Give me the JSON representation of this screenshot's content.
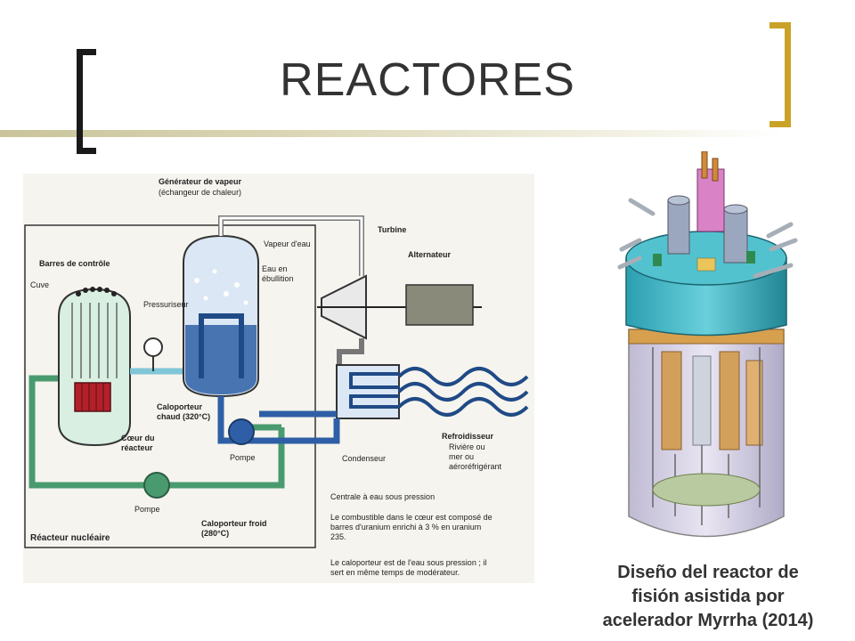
{
  "slide": {
    "title": "REACTORES",
    "caption_lines": [
      "Diseño del reactor de",
      "fisión asistida por",
      "acelerador Myrrha (2014)"
    ]
  },
  "diagram": {
    "labels": {
      "generateur": "Générateur de vapeur",
      "echangeur": "(échangeur de chaleur)",
      "vapeur": "Vapeur d'eau",
      "eau_en": "Eau en",
      "ebullition": "ébullition",
      "turbine": "Turbine",
      "alternateur": "Alternateur",
      "barres": "Barres de contrôle",
      "cuve": "Cuve",
      "pressuriseur": "Pressuriseur",
      "caloporteur_chaud_1": "Caloporteur",
      "caloporteur_chaud_2": "chaud (320°C)",
      "coeur_1": "Cœur du",
      "coeur_2": "réacteur",
      "pompe_1": "Pompe",
      "pompe_2": "Pompe",
      "refroidisseur": "Refroidisseur",
      "riviere_1": "Rivière ou",
      "riviere_2": "mer ou",
      "riviere_3": "aéroréfrigérant",
      "condenseur": "Condenseur",
      "centrale": "Centrale à eau sous pression",
      "combustible_1": "Le combustible dans le cœur est composé de",
      "combustible_2": "barres d'uranium enrichi à 3 % en uranium",
      "combustible_3": "235.",
      "caloporteur_eau_1": "Le caloporteur est de l'eau sous pression ; il",
      "caloporteur_eau_2": "sert en même temps de modérateur.",
      "caloporteur_froid_1": "Caloporteur froid",
      "caloporteur_froid_2": "(280°C)",
      "reacteur_nucleaire": "Réacteur nucléaire"
    }
  },
  "colors": {
    "title_text": "#333333",
    "left_bracket": "#1a1a1a",
    "right_bracket": "#c9a227",
    "cold_loop": "#4a9a70",
    "steam_loop": "#2e5fa6"
  }
}
